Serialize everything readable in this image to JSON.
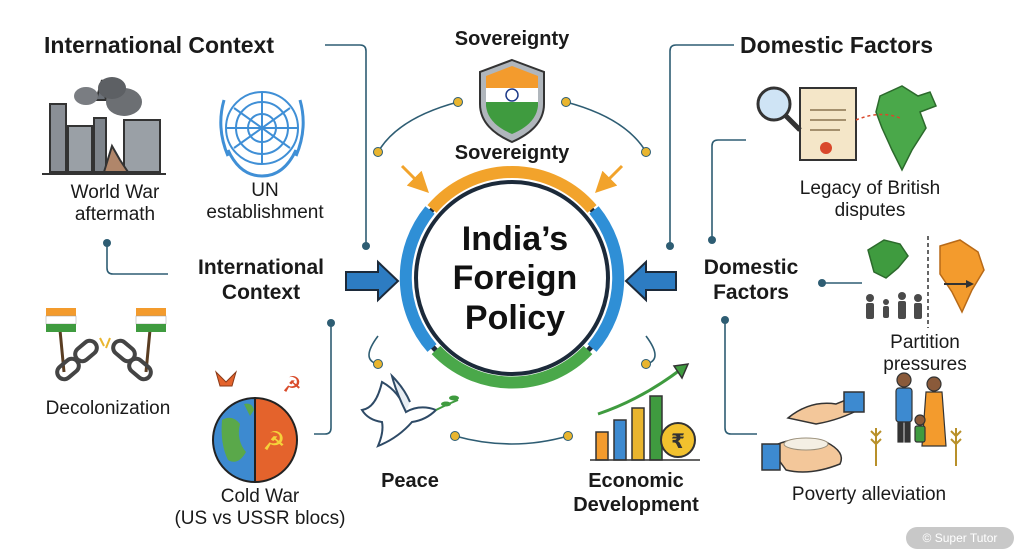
{
  "center": {
    "line1": "India’s",
    "line2": "Foreign",
    "line3": "Policy"
  },
  "left": {
    "heading": "International Context",
    "mid_line1": "International",
    "mid_line2": "Context",
    "items": {
      "ww_line1": "World War",
      "ww_line2": "aftermath",
      "un_line1": "UN",
      "un_line2": "establishment",
      "decolonization": "Decolonization",
      "cw_line1": "Cold War",
      "cw_line2": "(US vs USSR blocs)"
    }
  },
  "right": {
    "heading": "Domestic Factors",
    "mid_line1": "Domestic",
    "mid_line2": "Factors",
    "items": {
      "british_line1": "Legacy of British",
      "british_line2": "disputes",
      "partition_line1": "Partition",
      "partition_line2": "pressures",
      "poverty": "Poverty alleviation"
    }
  },
  "goals": {
    "sovereignty_top": "Sovereignty",
    "sovereignty_inner": "Sovereignty",
    "peace": "Peace",
    "econ_line1": "Economic",
    "econ_line2": "Development"
  },
  "watermark": "© Super Tutor",
  "colors": {
    "ring_orange": "#f2a32b",
    "ring_blue": "#2f8fd6",
    "ring_green": "#4aa84a",
    "connector": "#2e5d73",
    "dot": "#e9b52e",
    "arrow_blue": "#2d7cc2",
    "saffron": "#f39b2d",
    "india_green": "#3f9b3f"
  }
}
